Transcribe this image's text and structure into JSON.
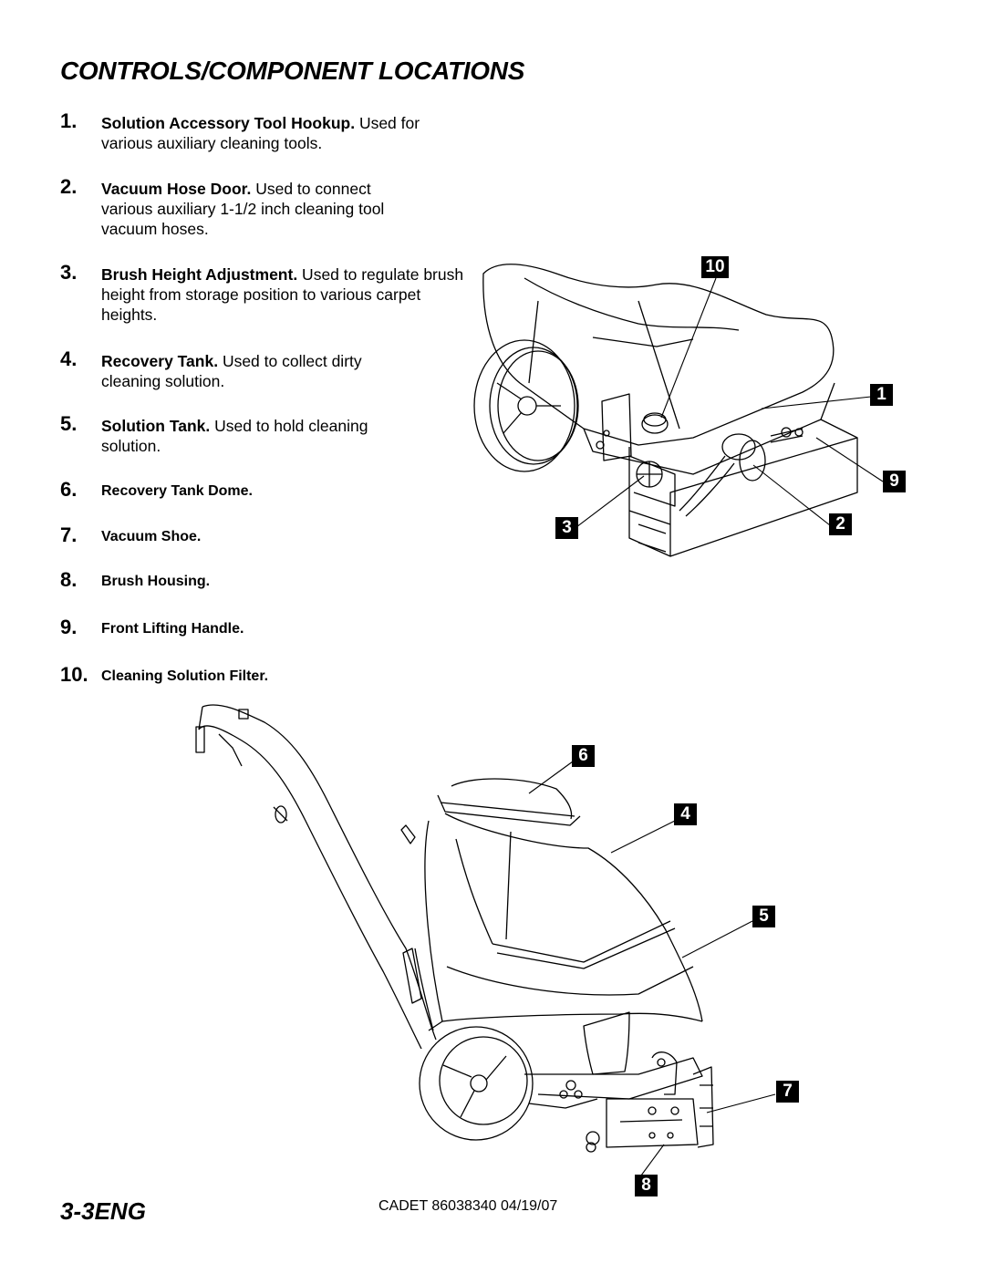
{
  "page": {
    "title": "CONTROLS/COMPONENT LOCATIONS",
    "items": [
      {
        "num": "1.",
        "name": "Solution Accessory Tool Hookup.",
        "desc": " Used for various auxiliary cleaning tools."
      },
      {
        "num": "2.",
        "name": "Vacuum Hose Door.",
        "desc": " Used to connect various auxiliary 1-1/2 inch cleaning tool vacuum hoses."
      },
      {
        "num": "3.",
        "name": "Brush Height Adjustment.",
        "desc": " Used to regulate brush height from storage position to various carpet heights."
      },
      {
        "num": "4.",
        "name": "Recovery Tank.",
        "desc": " Used to collect dirty cleaning solution."
      },
      {
        "num": "5.",
        "name": "Solution Tank.",
        "desc": " Used to hold cleaning solution."
      },
      {
        "num": "6.",
        "name": "Recovery Tank Dome.",
        "desc": ""
      },
      {
        "num": "7.",
        "name": "Vacuum Shoe.",
        "desc": ""
      },
      {
        "num": "8.",
        "name": "Brush Housing.",
        "desc": ""
      },
      {
        "num": "9.",
        "name": "Front Lifting Handle.",
        "desc": ""
      },
      {
        "num": "10.",
        "name": "Cleaning Solution Filter.",
        "desc": ""
      }
    ],
    "callouts": {
      "c1": "1",
      "c2": "2",
      "c3": "3",
      "c4": "4",
      "c5": "5",
      "c6": "6",
      "c7": "7",
      "c8": "8",
      "c9": "9",
      "c10": "10"
    },
    "footer": {
      "page_number": "3-3ENG",
      "doc_ref": "CADET 86038340  04/19/07"
    }
  }
}
